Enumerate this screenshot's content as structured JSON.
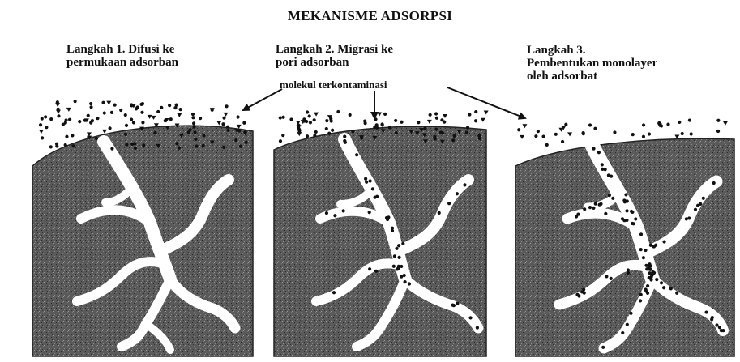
{
  "title": "MEKANISME ADSORPSI",
  "steps": [
    {
      "line1": "Langkah 1. Difusi ke",
      "line2": "permukaan adsorban",
      "line3": ""
    },
    {
      "line1": "Langkah 2. Migrasi ke",
      "line2": "pori adsorban",
      "line3": ""
    },
    {
      "line1": "Langkah 3.",
      "line2": "Pembentukan monolayer",
      "line3": "oleh adsorbat"
    }
  ],
  "callout": "molekul terkontaminasi",
  "colors": {
    "adsorbent": "#585858",
    "pore": "#ffffff",
    "molecule": "#111111"
  }
}
